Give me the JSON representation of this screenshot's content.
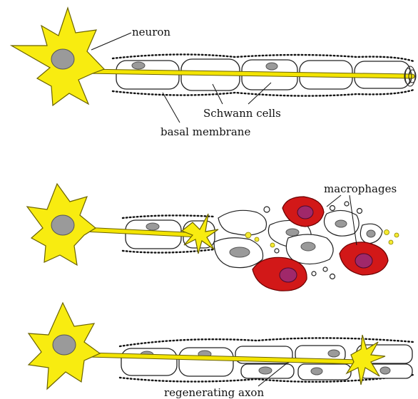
{
  "labels": {
    "neuron": "neuron",
    "schwann_cells": "Schwann cells",
    "basal_membrane": "basal membrane",
    "macrophages": "macrophages",
    "regenerating_axon": "regenerating axon"
  },
  "colors": {
    "neuron_body": "#f8ec10",
    "axon": "#f3e400",
    "nucleus": "#9a9a9a",
    "macrophage": "#d21818",
    "macrophage_nucleus": "#a0286a",
    "background": "#ffffff"
  }
}
